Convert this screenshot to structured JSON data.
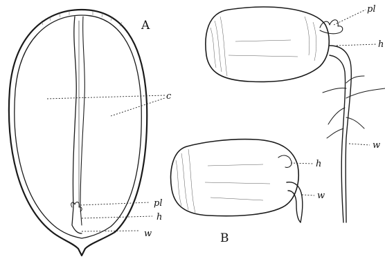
{
  "figure": {
    "panel_a_letter": "A",
    "panel_b_letter": "B",
    "labels": {
      "c": "c",
      "pl_a": "pl",
      "h_a": "h",
      "w_a": "w",
      "pl_top": "pl",
      "h_top": "h",
      "w_top": "w",
      "h_b": "h",
      "w_b": "w"
    }
  }
}
